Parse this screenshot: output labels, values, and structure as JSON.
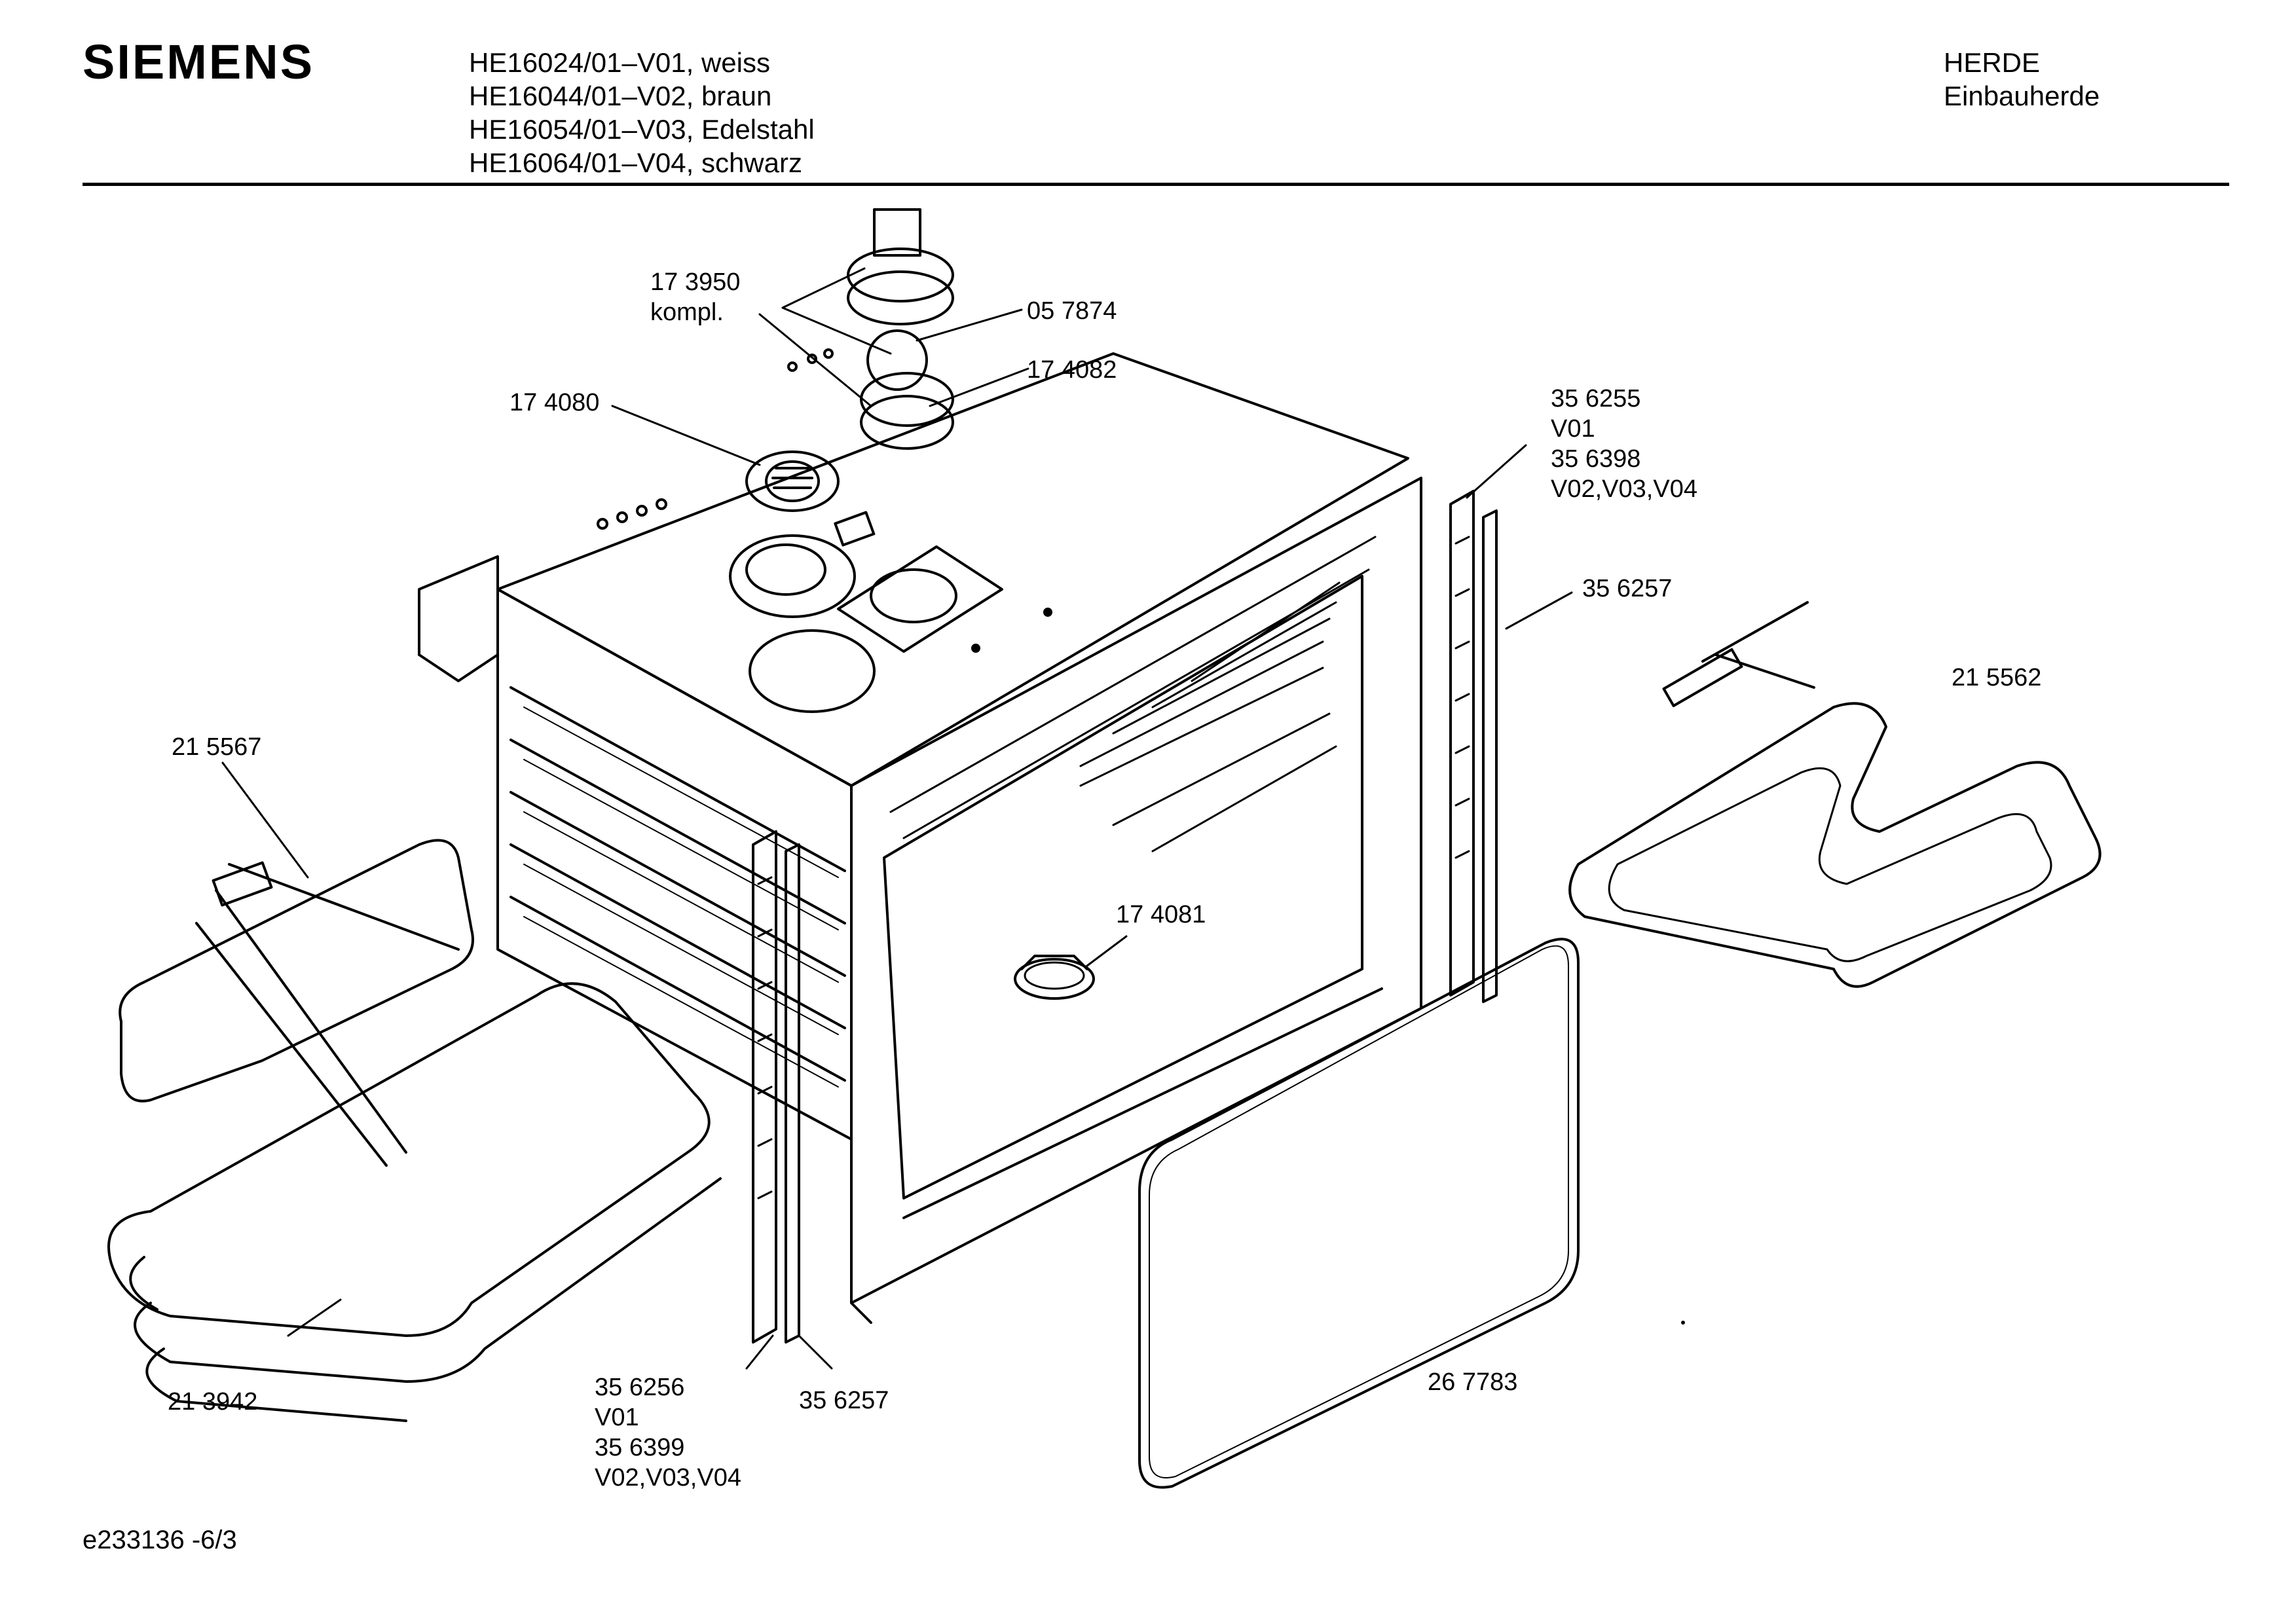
{
  "brand": "SIEMENS",
  "models": [
    "HE16024/01–V01, weiss",
    "HE16044/01–V02, braun",
    "HE16054/01–V03, Edelstahl",
    "HE16064/01–V04, schwarz"
  ],
  "category": [
    "HERDE",
    "Einbauherde"
  ],
  "parts": {
    "p173950": [
      "17 3950",
      "kompl."
    ],
    "p057874": "05 7874",
    "p174082": "17 4082",
    "p174080": "17 4080",
    "p356255": [
      "35 6255",
      "V01",
      "35 6398",
      "V02,V03,V04"
    ],
    "p356257_right": "35 6257",
    "p215562": "21 5562",
    "p215567": "21 5567",
    "p174081": "17 4081",
    "p213942": "21 3942",
    "p356256": [
      "35 6256",
      "V01",
      "35 6399",
      "V02,V03,V04"
    ],
    "p356257_left": "35 6257",
    "p267783": "26 7783"
  },
  "footer": "e233136 -6/3"
}
